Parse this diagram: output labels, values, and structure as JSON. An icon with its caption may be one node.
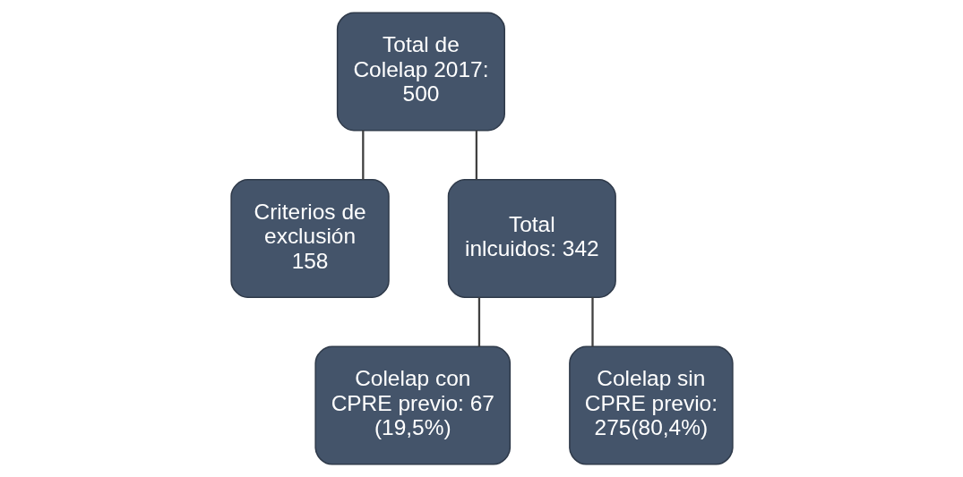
{
  "diagram": {
    "nodes": [
      {
        "text": [
          "Total de Colelap 2017: 500"
        ]
      },
      {
        "text": [
          "Criterios de exclusión",
          "158"
        ]
      },
      {
        "text": [
          "Total inlcuidos: 342"
        ]
      },
      {
        "text": [
          "Colelap con CPRE previo: 67 (19,5%)"
        ]
      },
      {
        "text": [
          "Colelap sin CPRE previo: 275(80,4%)"
        ]
      }
    ],
    "edges": [
      {
        "from": 0,
        "to": 1,
        "arrow": "none"
      },
      {
        "from": 0,
        "to": 2,
        "arrow": "none"
      },
      {
        "from": 2,
        "to": 3,
        "arrow": "none"
      },
      {
        "from": 2,
        "to": 4,
        "arrow": "none"
      }
    ]
  }
}
